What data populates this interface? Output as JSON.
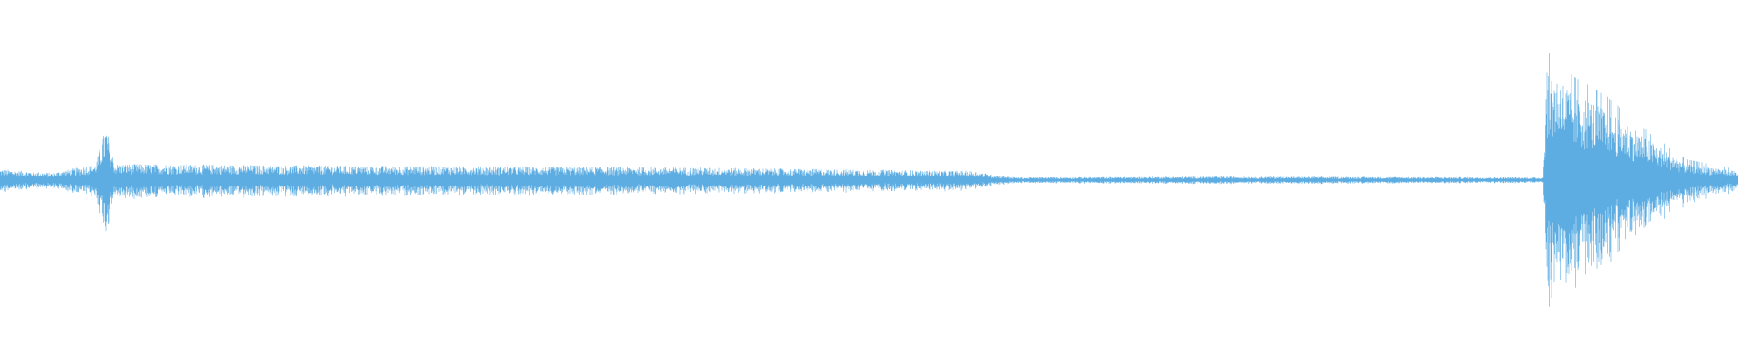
{
  "waveform": {
    "color": "#5dade2",
    "background": "#ffffff",
    "amplitude_envelope": [
      {
        "t": 0.0,
        "a": 0.06
      },
      {
        "t": 0.03,
        "a": 0.04
      },
      {
        "t": 0.055,
        "a": 0.09
      },
      {
        "t": 0.061,
        "a": 0.3
      },
      {
        "t": 0.066,
        "a": 0.09
      },
      {
        "t": 0.2,
        "a": 0.08
      },
      {
        "t": 0.4,
        "a": 0.07
      },
      {
        "t": 0.56,
        "a": 0.05
      },
      {
        "t": 0.571,
        "a": 0.03
      },
      {
        "t": 0.585,
        "a": 0.015
      },
      {
        "t": 0.7,
        "a": 0.02
      },
      {
        "t": 0.88,
        "a": 0.015
      },
      {
        "t": 0.888,
        "a": 0.015
      },
      {
        "t": 0.89,
        "a": 0.65
      },
      {
        "t": 0.905,
        "a": 0.5
      },
      {
        "t": 0.925,
        "a": 0.4
      },
      {
        "t": 0.95,
        "a": 0.22
      },
      {
        "t": 0.97,
        "a": 0.1
      },
      {
        "t": 1.0,
        "a": 0.05
      }
    ]
  }
}
